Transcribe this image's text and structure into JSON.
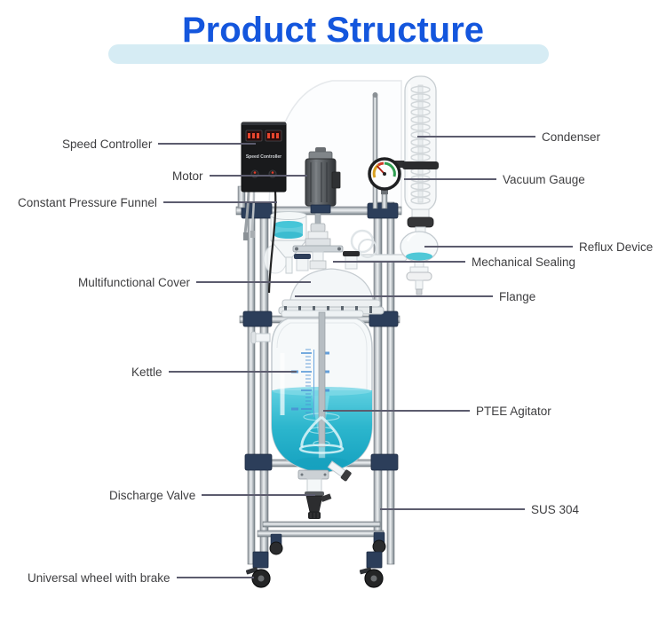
{
  "title": {
    "text": "Product Structure"
  },
  "labels": {
    "left": [
      {
        "text": "Speed Controller"
      },
      {
        "text": "Motor"
      },
      {
        "text": "Constant Pressure Funnel"
      },
      {
        "text": "Multifunctional Cover"
      },
      {
        "text": "Kettle"
      },
      {
        "text": "Discharge Valve"
      },
      {
        "text": "Universal wheel with brake"
      }
    ],
    "right": [
      {
        "text": "Condenser"
      },
      {
        "text": "Vacuum Gauge"
      },
      {
        "text": "Reflux Device"
      },
      {
        "text": "Mechanical Sealing"
      },
      {
        "text": "Flange"
      },
      {
        "text": "PTEE Agitator"
      },
      {
        "text": "SUS 304"
      }
    ]
  },
  "device_labels": {
    "speed_controller_panel": "Speed Controller"
  },
  "colors": {
    "title_blue": "#1456dd",
    "title_band": "#d6ecf4",
    "leader_line": "#5c5c6e",
    "label_text": "#3e3e40",
    "liquid_teal": "#2cb6cd",
    "frame_navy": "#2c3e5a"
  }
}
